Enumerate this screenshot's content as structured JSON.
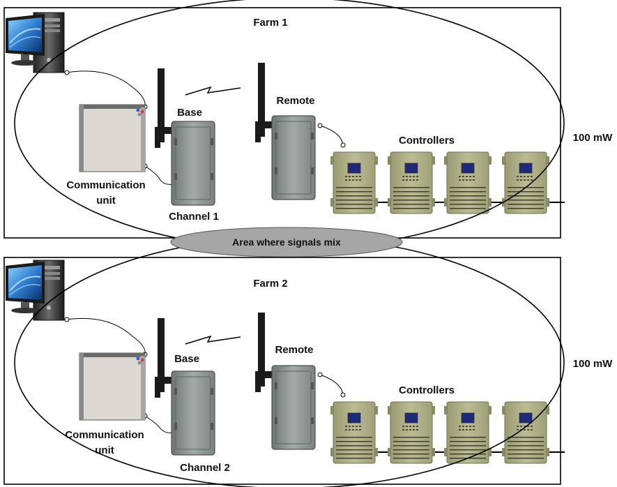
{
  "farms": [
    {
      "title": "Farm 1",
      "power": "100 mW",
      "base_label": "Base",
      "remote_label": "Remote",
      "channel_label": "Channel 1",
      "comm_label_line1": "Communication",
      "comm_label_line2": "unit",
      "controllers_label": "Controllers",
      "controller_count": 4
    },
    {
      "title": "Farm 2",
      "power": "100 mW",
      "base_label": "Base",
      "remote_label": "Remote",
      "channel_label": "Channel 2",
      "comm_label_line1": "Communication",
      "comm_label_line2": "unit",
      "controllers_label": "Controllers",
      "controller_count": 4
    }
  ],
  "overlap_label": "Area where signals mix",
  "colors": {
    "controller_body": "#b3b38a",
    "controller_screen": "#1e2a78",
    "radio_body": "#8c9390",
    "comm_unit_body": "#dcd8d2",
    "overlap_fill": "#a6a6a6",
    "monitor_screen": "#2f7fd0"
  }
}
